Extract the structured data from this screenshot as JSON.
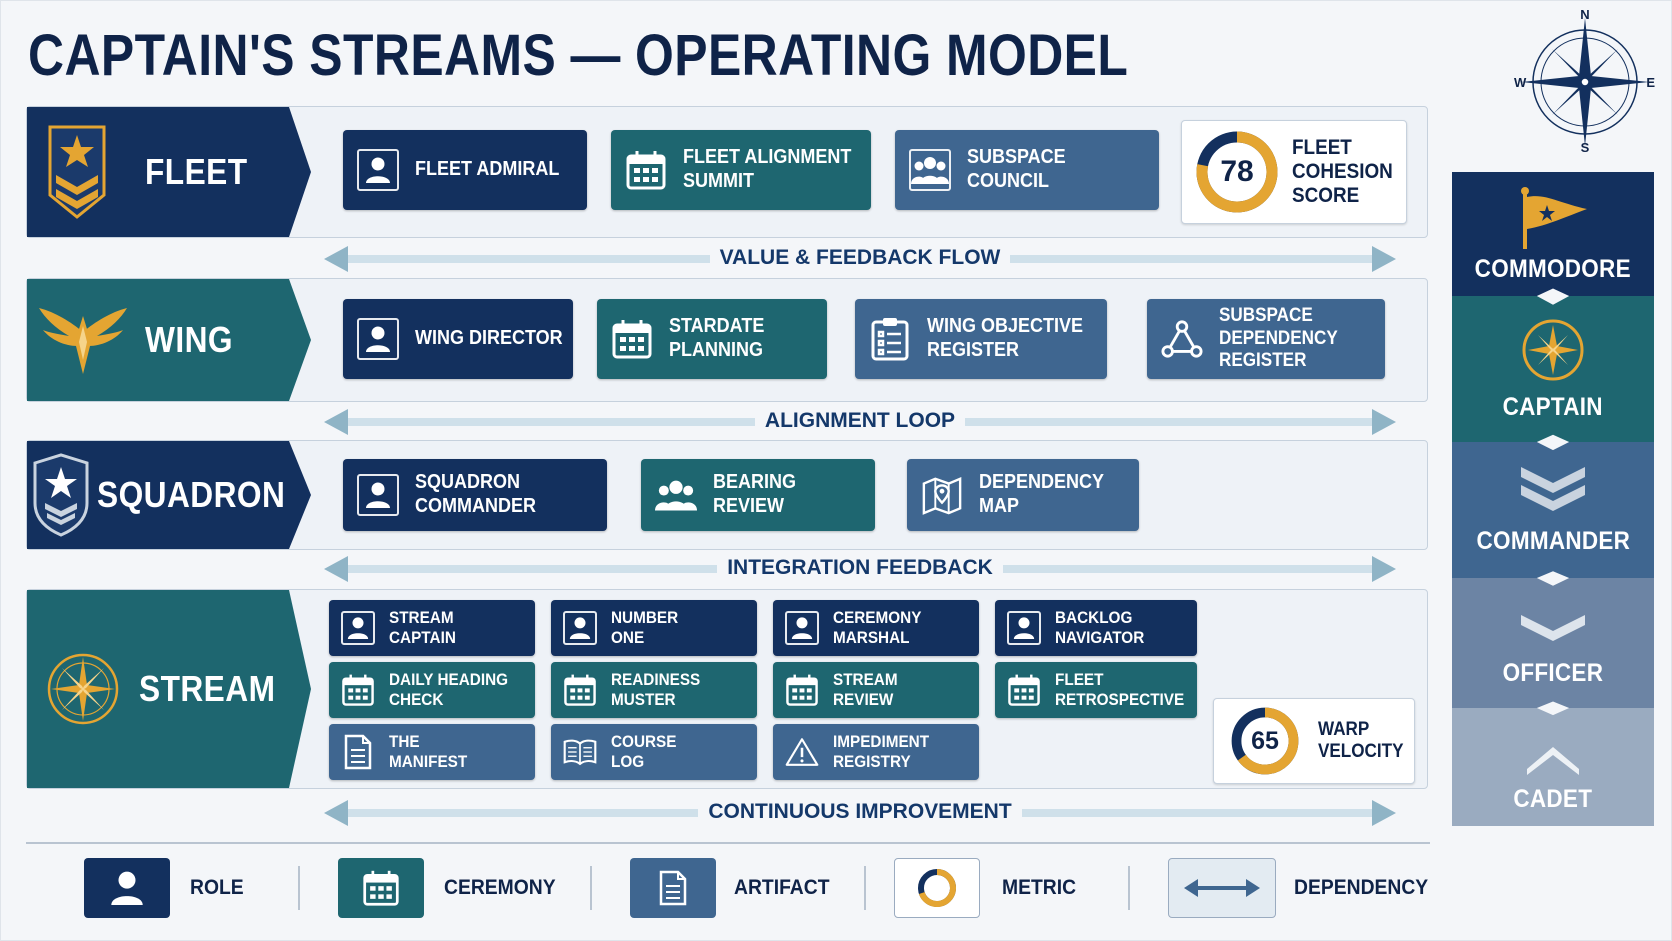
{
  "title": "CAPTAIN'S STREAMS — OPERATING MODEL",
  "compass": {
    "n": "N",
    "s": "S",
    "e": "E",
    "w": "W"
  },
  "colors": {
    "navy": "#13305e",
    "teal": "#1e6670",
    "slate": "#3f6690",
    "gold": "#e4a532",
    "flow": "#cfe0ea"
  },
  "tiers": {
    "fleet": {
      "label": "FLEET",
      "icon": "chevron-star-badge-icon",
      "cards": [
        {
          "label": "FLEET ADMIRAL",
          "kind": "role"
        },
        {
          "label": "FLEET ALIGNMENT\nSUMMIT",
          "kind": "ceremony"
        },
        {
          "label": "SUBSPACE\nCOUNCIL",
          "kind": "ceremony"
        }
      ],
      "metric": {
        "value": "78",
        "label": "FLEET\nCOHESION\nSCORE",
        "fraction": 0.78
      }
    },
    "wing": {
      "label": "WING",
      "icon": "winged-star-icon",
      "cards": [
        {
          "label": "WING DIRECTOR",
          "kind": "role"
        },
        {
          "label": "STARDATE\nPLANNING",
          "kind": "ceremony"
        },
        {
          "label": "WING OBJECTIVE\nREGISTER",
          "kind": "artifact"
        },
        {
          "label": "SUBSPACE\nDEPENDENCY\nREGISTER",
          "kind": "artifact"
        }
      ]
    },
    "squadron": {
      "label": "SQUADRON",
      "icon": "shield-star-icon",
      "cards": [
        {
          "label": "SQUADRON\nCOMMANDER",
          "kind": "role"
        },
        {
          "label": "BEARING\nREVIEW",
          "kind": "ceremony"
        },
        {
          "label": "DEPENDENCY\nMAP",
          "kind": "artifact"
        }
      ]
    },
    "stream": {
      "label": "STREAM",
      "icon": "compass-rose-icon",
      "cards": [
        {
          "label": "STREAM\nCAPTAIN",
          "kind": "role"
        },
        {
          "label": "NUMBER\nONE",
          "kind": "role"
        },
        {
          "label": "CEREMONY\nMARSHAL",
          "kind": "role"
        },
        {
          "label": "BACKLOG\nNAVIGATOR",
          "kind": "role"
        },
        {
          "label": "DAILY HEADING\nCHECK",
          "kind": "ceremony"
        },
        {
          "label": "READINESS\nMUSTER",
          "kind": "ceremony"
        },
        {
          "label": "STREAM\nREVIEW",
          "kind": "ceremony"
        },
        {
          "label": "FLEET\nRETROSPECTIVE",
          "kind": "ceremony"
        },
        {
          "label": "THE\nMANIFEST",
          "kind": "artifact"
        },
        {
          "label": "COURSE\nLOG",
          "kind": "artifact"
        },
        {
          "label": "IMPEDIMENT\nREGISTRY",
          "kind": "artifact"
        }
      ],
      "metric": {
        "value": "65",
        "label": "WARP\nVELOCITY",
        "fraction": 0.65
      }
    }
  },
  "flows": [
    {
      "label": "VALUE & FEEDBACK FLOW"
    },
    {
      "label": "ALIGNMENT LOOP"
    },
    {
      "label": "INTEGRATION FEEDBACK"
    },
    {
      "label": "CONTINUOUS IMPROVEMENT"
    }
  ],
  "ladder": [
    {
      "label": "COMMODORE",
      "icon": "pennant-flag-icon"
    },
    {
      "label": "CAPTAIN",
      "icon": "compass-star-icon"
    },
    {
      "label": "COMMANDER",
      "icon": "double-chevron-icon"
    },
    {
      "label": "OFFICER",
      "icon": "single-chevron-icon"
    },
    {
      "label": "CADET",
      "icon": "caret-up-icon"
    }
  ],
  "legend": [
    {
      "label": "ROLE",
      "icon": "person-icon"
    },
    {
      "label": "CEREMONY",
      "icon": "calendar-icon"
    },
    {
      "label": "ARTIFACT",
      "icon": "document-icon"
    },
    {
      "label": "METRIC",
      "icon": "gauge-icon"
    },
    {
      "label": "DEPENDENCY",
      "icon": "double-arrow-icon"
    }
  ]
}
